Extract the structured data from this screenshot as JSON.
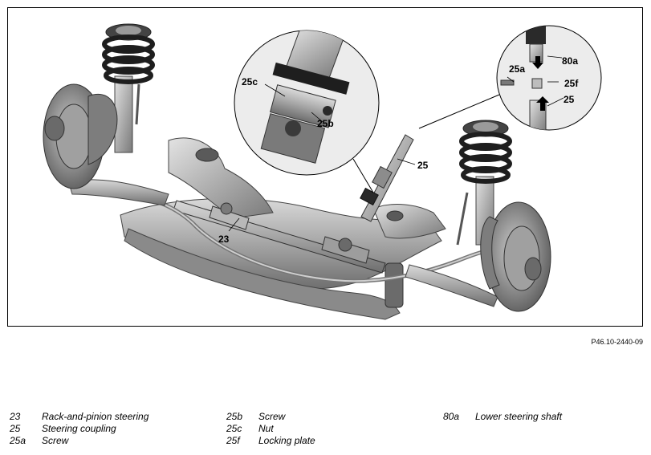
{
  "figure": {
    "callouts": {
      "c23": "23",
      "c25": "25",
      "c25b": "25b",
      "c25c": "25c",
      "c25a": "25a",
      "c25f": "25f",
      "c25_detail": "25",
      "c80a": "80a"
    },
    "reference": "P46.10-2440-09"
  },
  "legend": {
    "col1": [
      {
        "num": "23",
        "label": "Rack-and-pinion steering"
      },
      {
        "num": "25",
        "label": "Steering coupling"
      },
      {
        "num": "25a",
        "label": "Screw"
      }
    ],
    "col2": [
      {
        "num": "25b",
        "label": "Screw"
      },
      {
        "num": "25c",
        "label": "Nut"
      },
      {
        "num": "25f",
        "label": "Locking plate"
      }
    ],
    "col3": [
      {
        "num": "80a",
        "label": "Lower steering shaft"
      }
    ]
  }
}
